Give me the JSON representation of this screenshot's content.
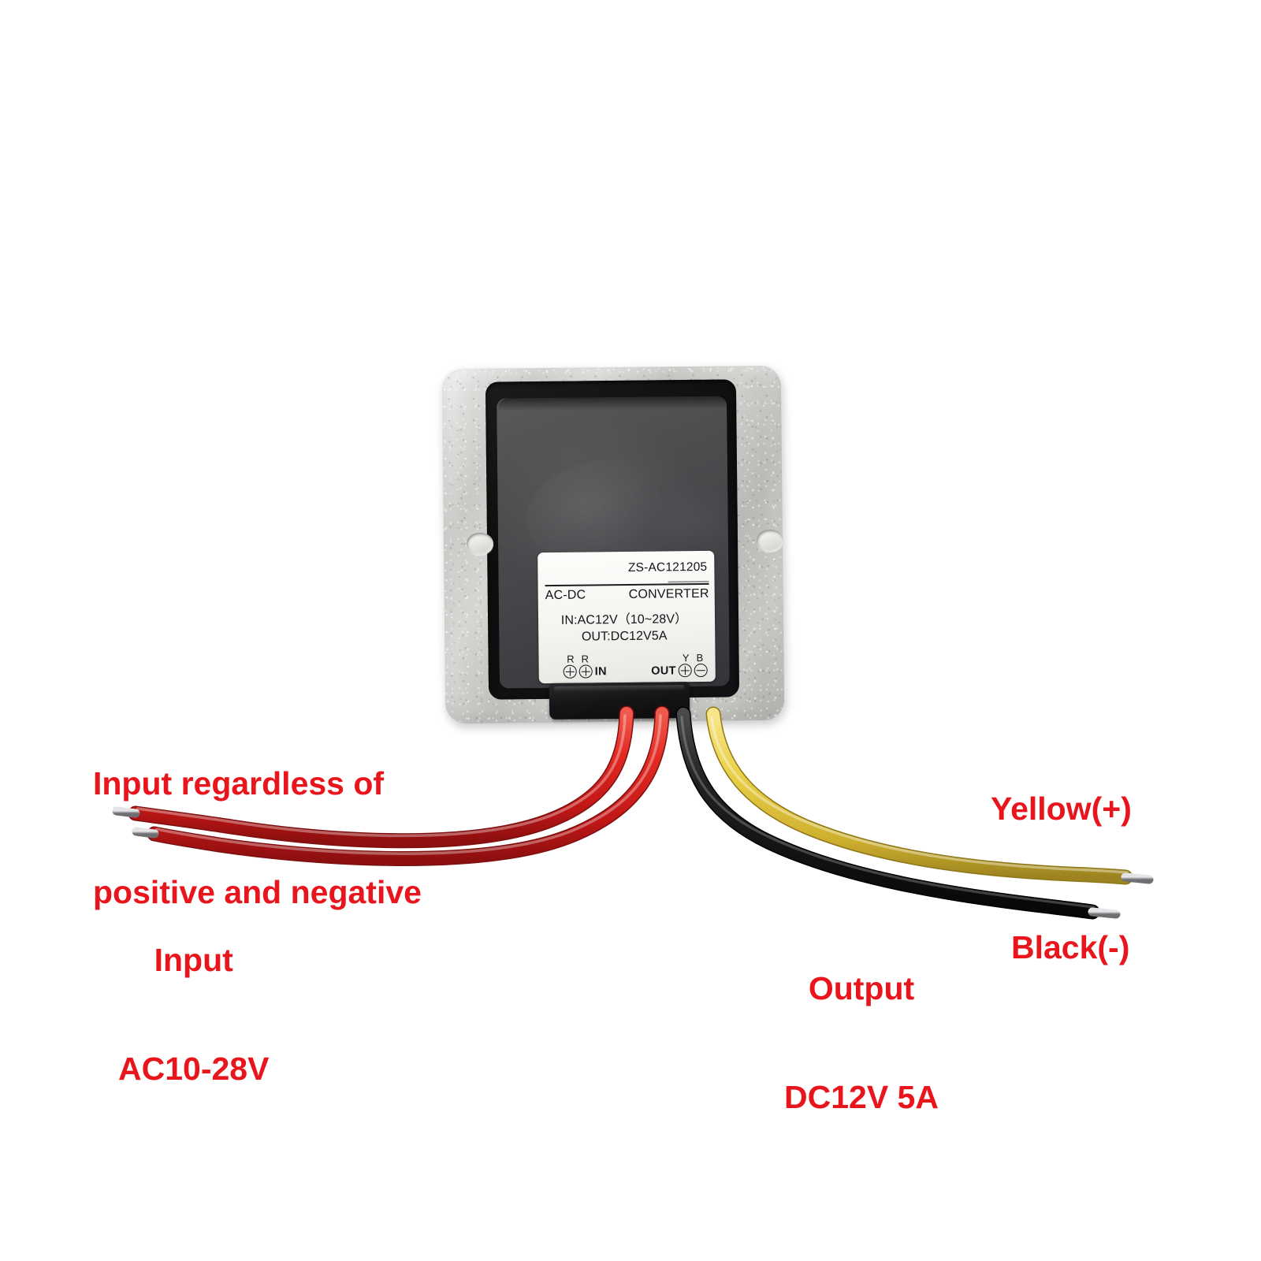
{
  "product": {
    "type": "AC-DC power converter module",
    "housing": {
      "material": "cast aluminum flange housing",
      "color": "#c9c9c6",
      "mount_holes": 2
    },
    "potting_color": "#46464a",
    "label": {
      "model_code": "ZS-AC121205",
      "type_left": "AC-DC",
      "type_right": "CONVERTER",
      "input_spec": "IN:AC12V（10~28V）",
      "output_spec": "OUT:DC12V5A",
      "terminals": {
        "input": {
          "letters": [
            "R",
            "R"
          ],
          "symbols": [
            "plus",
            "plus"
          ],
          "tag": "IN"
        },
        "output": {
          "tag": "OUT",
          "letters": [
            "Y",
            "B"
          ],
          "symbols": [
            "plus",
            "minus"
          ]
        }
      }
    },
    "wires": [
      {
        "name": "input-wire-1",
        "color_name": "red",
        "color": "#e02424",
        "tip": "tinned"
      },
      {
        "name": "input-wire-2",
        "color_name": "red",
        "color": "#e02424",
        "tip": "tinned"
      },
      {
        "name": "output-wire-negative",
        "color_name": "black",
        "color": "#1a1a1a",
        "tip": "tinned"
      },
      {
        "name": "output-wire-positive",
        "color_name": "yellow",
        "color": "#ebd14a",
        "tip": "tinned"
      }
    ]
  },
  "annotations": {
    "color": "#e8161c",
    "input_polarity": {
      "line1": "Input regardless of",
      "line2": "positive and negative"
    },
    "input": {
      "line1": "Input",
      "line2": "AC10-28V"
    },
    "output": {
      "line1": "Output",
      "line2": "DC12V 5A"
    },
    "yellow_positive": "Yellow(+)",
    "black_negative": "Black(-)"
  }
}
